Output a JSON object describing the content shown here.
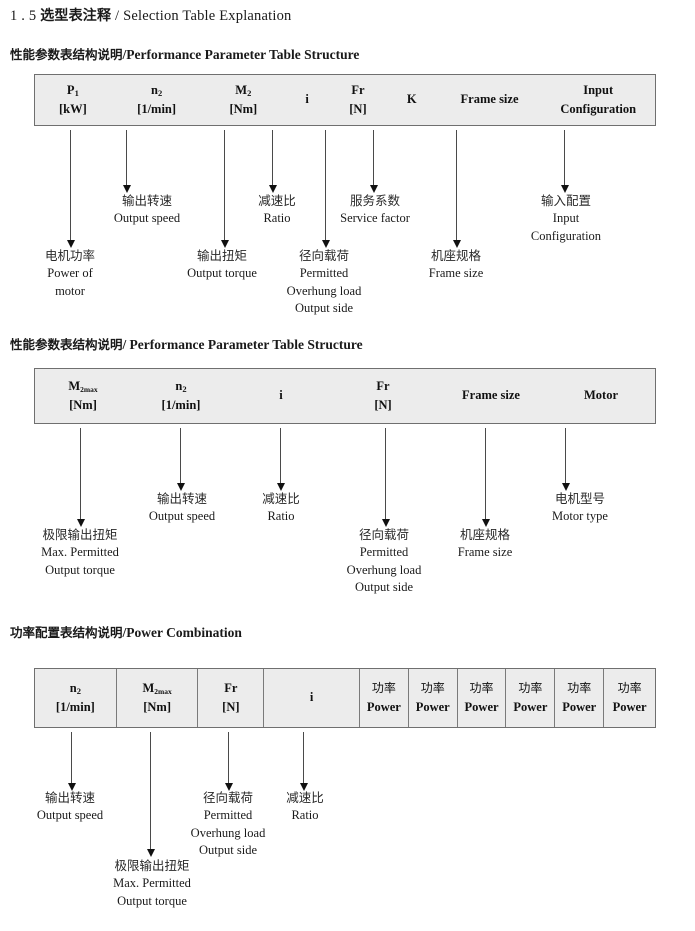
{
  "document": {
    "section_number": "1 . 5",
    "title_cn": "选型表注释",
    "separator": "/",
    "title_en": "Selection Table Explanation"
  },
  "sections": [
    {
      "heading_cn": "性能参数表结构说明",
      "heading_sep": "/",
      "heading_en": "Performance Parameter Table Structure",
      "table": {
        "columns": [
          {
            "symbol": "P",
            "sub": "1",
            "unit": "[kW]"
          },
          {
            "symbol": "n",
            "sub": "2",
            "unit": "[1/min]"
          },
          {
            "symbol": "M",
            "sub": "2",
            "unit": "[Nm]"
          },
          {
            "symbol": "i",
            "sub": "",
            "unit": ""
          },
          {
            "symbol": "Fr",
            "sub": "",
            "unit": "[N]"
          },
          {
            "symbol": "K",
            "sub": "",
            "unit": ""
          },
          {
            "symbol": "Frame size",
            "sub": "",
            "unit": ""
          },
          {
            "symbol": "Input",
            "sub": "",
            "unit": "Configuration"
          }
        ]
      },
      "annotations": [
        {
          "cn": "电机功率",
          "en": [
            "Power of",
            "motor"
          ]
        },
        {
          "cn": "输出转速",
          "en": [
            "Output speed"
          ]
        },
        {
          "cn": "输出扭矩",
          "en": [
            "Output torque"
          ]
        },
        {
          "cn": "减速比",
          "en": [
            "Ratio"
          ]
        },
        {
          "cn": "径向载荷",
          "en": [
            "Permitted",
            "Overhung load",
            "Output side"
          ]
        },
        {
          "cn": "服务系数",
          "en": [
            "Service factor"
          ]
        },
        {
          "cn": "机座规格",
          "en": [
            "Frame size"
          ]
        },
        {
          "cn": "输入配置",
          "en": [
            "Input",
            "Configuration"
          ]
        }
      ]
    },
    {
      "heading_cn": "性能参数表结构说明",
      "heading_sep": "/",
      "heading_en": "Performance Parameter Table Structure",
      "table": {
        "columns": [
          {
            "symbol": "M",
            "sub": "2max",
            "unit": "[Nm]"
          },
          {
            "symbol": "n",
            "sub": "2",
            "unit": "[1/min]"
          },
          {
            "symbol": "i",
            "sub": "",
            "unit": ""
          },
          {
            "symbol": "Fr",
            "sub": "",
            "unit": "[N]"
          },
          {
            "symbol": "Frame size",
            "sub": "",
            "unit": ""
          },
          {
            "symbol": "Motor",
            "sub": "",
            "unit": ""
          }
        ]
      },
      "annotations": [
        {
          "cn": "极限输出扭矩",
          "en": [
            "Max. Permitted",
            "Output  torque"
          ]
        },
        {
          "cn": "输出转速",
          "en": [
            "Output speed"
          ]
        },
        {
          "cn": "减速比",
          "en": [
            "Ratio"
          ]
        },
        {
          "cn": "径向载荷",
          "en": [
            "Permitted",
            "Overhung load",
            "Output side"
          ]
        },
        {
          "cn": "机座规格",
          "en": [
            "Frame size"
          ]
        },
        {
          "cn": "电机型号",
          "en": [
            "Motor type"
          ]
        }
      ]
    },
    {
      "heading_cn": "功率配置表结构说明",
      "heading_sep": "/",
      "heading_en": "Power Combination",
      "table": {
        "columns": [
          {
            "symbol": "n",
            "sub": "2",
            "unit": "[1/min]"
          },
          {
            "symbol": "M",
            "sub": "2max",
            "unit": "[Nm]"
          },
          {
            "symbol": "Fr",
            "sub": "",
            "unit": "[N]"
          },
          {
            "symbol": "i",
            "sub": "",
            "unit": ""
          },
          {
            "symbol_cn": "功率",
            "unit": "Power"
          },
          {
            "symbol_cn": "功率",
            "unit": "Power"
          },
          {
            "symbol_cn": "功率",
            "unit": "Power"
          },
          {
            "symbol_cn": "功率",
            "unit": "Power"
          },
          {
            "symbol_cn": "功率",
            "unit": "Power"
          },
          {
            "symbol_cn": "功率",
            "unit": "Power"
          }
        ]
      },
      "annotations": [
        {
          "cn": "输出转速",
          "en": [
            "Output speed"
          ]
        },
        {
          "cn": "极限输出扭矩",
          "en": [
            "Max. Permitted",
            "Output  torque"
          ]
        },
        {
          "cn": "径向载荷",
          "en": [
            "Permitted",
            "Overhung load",
            "Output side"
          ]
        },
        {
          "cn": "减速比",
          "en": [
            "Ratio"
          ]
        }
      ]
    }
  ],
  "colors": {
    "table_background": "#ececec",
    "table_border": "#6f6f6f",
    "arrow": "#111111",
    "text": "#1a1a1a"
  }
}
